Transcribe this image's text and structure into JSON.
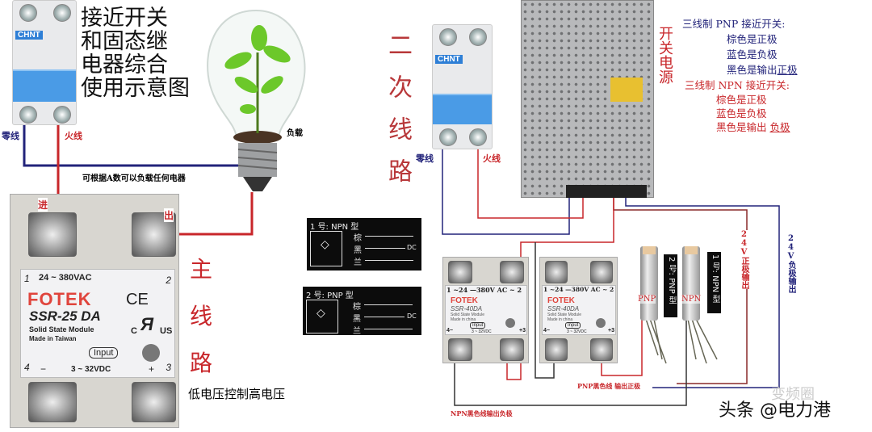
{
  "title_lines": [
    "接近开关",
    "和固态继",
    "电器综合",
    "使用示意图"
  ],
  "main_breaker": {
    "brand": "CHNT",
    "neutral_label": "零线",
    "live_label": "火线"
  },
  "load_label": "负载",
  "load_note": "可根据A数可以负载任何电器",
  "ssr_main": {
    "in_label": "进",
    "out_label": "出",
    "voltage_ac": "24 ~ 380VAC",
    "brand": "FOTEK",
    "model": "SSR-25 DA",
    "subtitle": "Solid State Module",
    "origin": "Made in Taiwan",
    "ce": "CE",
    "ul_c": "C",
    "ul_us": "US",
    "input_label": "Input",
    "voltage_dc": "3 ~ 32VDC",
    "terminals": [
      "1",
      "2",
      "3",
      "4"
    ],
    "minus": "−",
    "plus": "+"
  },
  "main_circuit_chars": [
    "主",
    "线",
    "路"
  ],
  "main_circuit_note": "低电压控制高电压",
  "secondary_circuit": "二次线路",
  "secondary_breaker": {
    "brand": "CHNT",
    "neutral_label": "零线",
    "live_label": "火线"
  },
  "psu_label": "开关电源",
  "legend": {
    "pnp_heading": "三线制 PNP 接近开关:",
    "pnp_lines": [
      "棕色是正极",
      "蓝色是负极",
      "黑色是输出"
    ],
    "pnp_emph": "正极",
    "npn_heading": "三线制 NPN 接近开关:",
    "npn_lines": [
      "棕色是正极",
      "蓝色是负极",
      "黑色是输出 "
    ],
    "npn_emph": "负极"
  },
  "schematics": [
    {
      "title": "1 号: NPN 型",
      "wires": [
        "棕",
        "黑",
        "兰"
      ],
      "dc": "DC"
    },
    {
      "title": "2 号: PNP 型",
      "wires": [
        "棕",
        "黑",
        "兰"
      ],
      "dc": "DC"
    }
  ],
  "ssr_small": [
    {
      "ac": "1 ~24 —380V AC ~ 2",
      "brand": "FOTEK",
      "model": "SSR-40DA",
      "sub": "Solid State Module",
      "origin": "Made in china",
      "input": "Input",
      "dc": "3 ~ 32VDC",
      "left": "4−",
      "right": "+3"
    },
    {
      "ac": "1 ~24 —380V AC ~ 2",
      "brand": "FOTEK",
      "model": "SSR-40DA",
      "sub": "Solid State Module",
      "origin": "Made in china",
      "input": "Input",
      "dc": "3 ~ 32VDC",
      "left": "4−",
      "right": "+3"
    }
  ],
  "sensors": [
    {
      "type": "PNP",
      "tag": "2 号: PNP 型"
    },
    {
      "type": "NPN",
      "tag": "1 号: NPN 型"
    }
  ],
  "v_pos": "24V正极输出",
  "v_neg": "24V负极输出",
  "pnp_note": "PNP黑色线 输出正极",
  "npn_note": "NPN黑色线输出负极",
  "watermark": "头条 @电力港",
  "watermark_faint": "变频圈",
  "colors": {
    "live": "#c8262a",
    "neutral": "#22237a",
    "text_red": "#c8262a",
    "text_blue": "#22237a"
  }
}
